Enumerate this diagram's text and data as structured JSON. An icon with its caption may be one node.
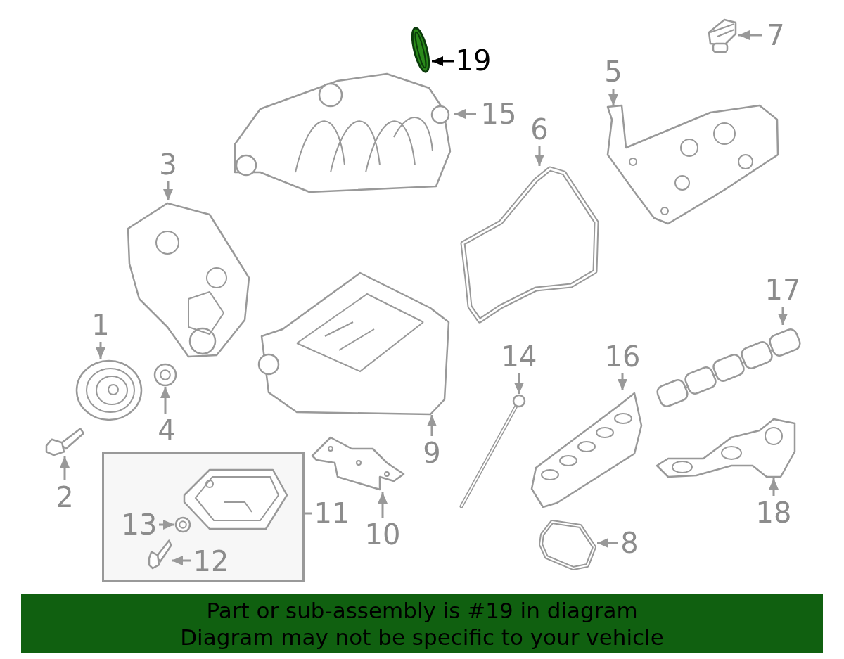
{
  "diagram": {
    "nodes": [
      {
        "text": [
          "7"
        ]
      },
      {
        "text": [],
        "shape": "picture"
      },
      {
        "text": [
          "19"
        ]
      },
      {
        "text": [],
        "shape": "picture"
      },
      {
        "text": [
          "15"
        ]
      },
      {
        "text": [],
        "shape": "picture"
      },
      {
        "text": [
          "5"
        ]
      },
      {
        "text": [],
        "shape": "picture"
      },
      {
        "text": [
          "6"
        ]
      },
      {
        "text": [],
        "shape": "picture"
      },
      {
        "text": [
          "3"
        ]
      },
      {
        "text": [],
        "shape": "picture"
      },
      {
        "text": [
          "17"
        ]
      },
      {
        "text": [],
        "shape": "picture"
      },
      {
        "text": [
          "1"
        ]
      },
      {
        "text": [],
        "shape": "picture"
      },
      {
        "text": [
          "14"
        ]
      },
      {
        "text": [],
        "shape": "picture"
      },
      {
        "text": [
          "16"
        ]
      },
      {
        "text": [],
        "shape": "picture"
      },
      {
        "text": [
          "4"
        ]
      },
      {
        "text": [],
        "shape": "picture"
      },
      {
        "text": [
          "9"
        ]
      },
      {
        "text": [],
        "shape": "picture"
      },
      {
        "text": [
          "2"
        ]
      },
      {
        "text": [],
        "shape": "picture"
      },
      {
        "text": [
          "18"
        ]
      },
      {
        "text": [],
        "shape": "picture"
      },
      {
        "text": [
          "11"
        ]
      },
      {
        "text": [],
        "shape": "box"
      },
      {
        "text": [],
        "shape": "picture",
        "in": 29
      },
      {
        "text": [
          "13"
        ],
        "in": 29
      },
      {
        "text": [],
        "shape": "picture",
        "in": 29
      },
      {
        "text": [
          "12"
        ],
        "in": 29
      },
      {
        "text": [],
        "shape": "picture",
        "in": 29
      },
      {
        "text": [
          "10"
        ]
      },
      {
        "text": [],
        "shape": "picture"
      },
      {
        "text": [
          "8"
        ]
      },
      {
        "text": [],
        "shape": "picture"
      },
      {
        "text": [
          "Part or sub-assembly is #19 in diagram",
          "Diagram may not be specific to your vehicle"
        ]
      }
    ],
    "edges": [
      {
        "from": 0,
        "to": 1,
        "arrow": "to"
      },
      {
        "from": 2,
        "to": 3,
        "arrow": "to",
        "color": "#000000"
      },
      {
        "from": 4,
        "to": 5,
        "arrow": "to"
      },
      {
        "from": 6,
        "to": 7,
        "arrow": "to"
      },
      {
        "from": 8,
        "to": 9,
        "arrow": "to"
      },
      {
        "from": 10,
        "to": 11,
        "arrow": "to"
      },
      {
        "from": 12,
        "to": 13,
        "arrow": "to"
      },
      {
        "from": 14,
        "to": 15,
        "arrow": "to"
      },
      {
        "from": 16,
        "to": 17,
        "arrow": "to"
      },
      {
        "from": 18,
        "to": 19,
        "arrow": "to"
      },
      {
        "from": 20,
        "to": 21,
        "arrow": "to"
      },
      {
        "from": 22,
        "to": 23,
        "arrow": "to"
      },
      {
        "from": 24,
        "to": 25,
        "arrow": "to"
      },
      {
        "from": 26,
        "to": 27,
        "arrow": "to"
      },
      {
        "from": 28,
        "to": 29,
        "arrow": "none"
      },
      {
        "from": 31,
        "to": 32,
        "arrow": "to"
      },
      {
        "from": 33,
        "to": 34,
        "arrow": "to"
      },
      {
        "from": 35,
        "to": 36,
        "arrow": "to"
      },
      {
        "from": 37,
        "to": 38,
        "arrow": "to"
      }
    ]
  }
}
